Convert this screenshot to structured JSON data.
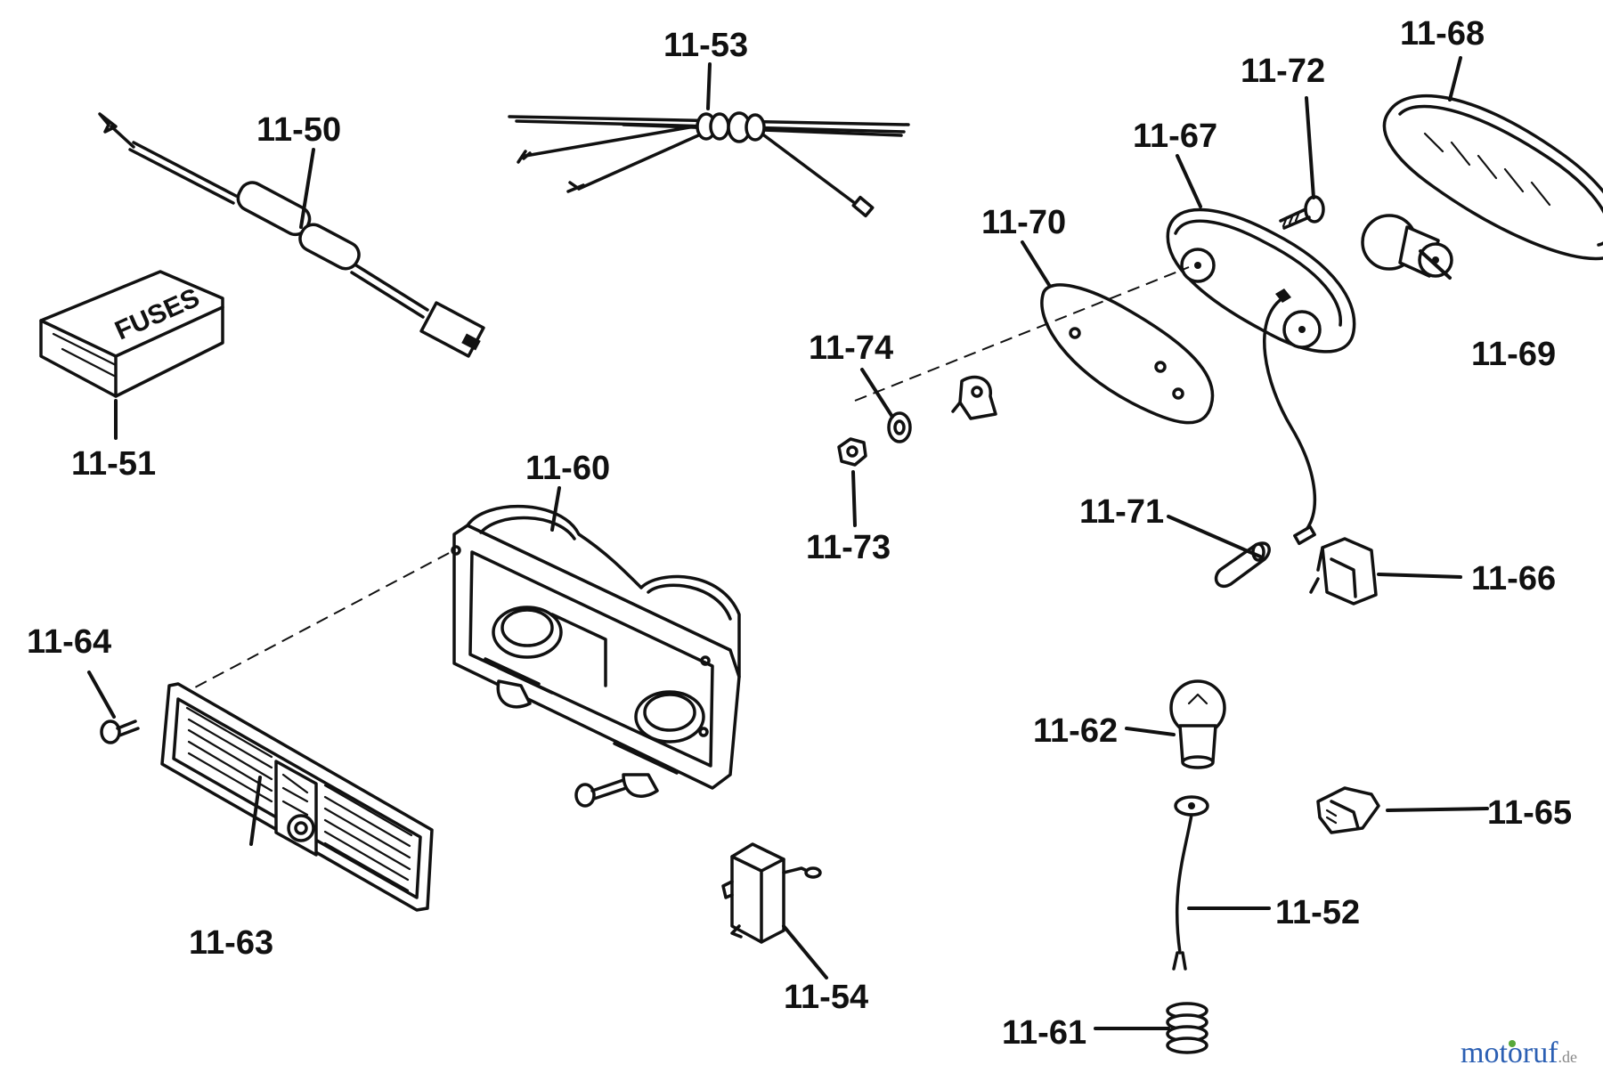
{
  "callouts": {
    "p1150": "11-50",
    "p1151": "11-51",
    "p1152": "11-52",
    "p1153": "11-53",
    "p1154": "11-54",
    "p1160": "11-60",
    "p1161": "11-61",
    "p1162": "11-62",
    "p1163": "11-63",
    "p1164": "11-64",
    "p1165": "11-65",
    "p1166": "11-66",
    "p1167": "11-67",
    "p1168": "11-68",
    "p1169": "11-69",
    "p1170": "11-70",
    "p1171": "11-71",
    "p1172": "11-72",
    "p1173": "11-73",
    "p1174": "11-74"
  },
  "fuses_box_text": "FUSES",
  "watermark": {
    "text_main": "motoruf",
    "text_suffix": ".de",
    "colors": {
      "blue": "#2b5fb3",
      "green": "#58a83a",
      "gray": "#888888"
    }
  }
}
